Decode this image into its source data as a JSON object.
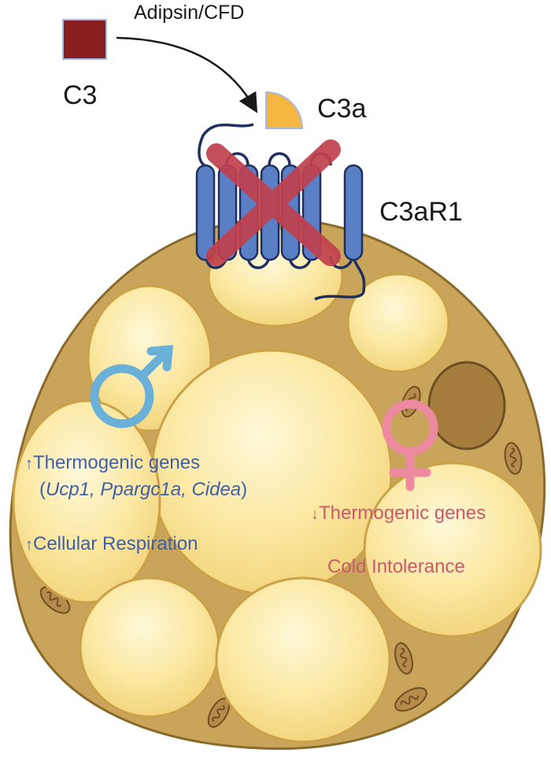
{
  "labels": {
    "enzyme": "Adipsin/CFD",
    "c3": "C3",
    "c3a": "C3a",
    "receptor": "C3aR1"
  },
  "male": {
    "line1_prefix": "Thermogenic genes",
    "paren_open": "(",
    "genes": "Ucp1, Ppargc1a, Cidea",
    "paren_close": ")",
    "line2": "Cellular Respiration",
    "arrow_up": "↑"
  },
  "female": {
    "line1": "Thermogenic genes",
    "line2": "Cold Intolerance",
    "arrow_down": "↓"
  },
  "colors": {
    "cytoplasm": "#c8a55a",
    "cytoplasm_edge": "#8a6a2a",
    "lipid": "#fbe7a0",
    "lipid_edge": "#c9a24a",
    "nucleus": "#a77d3e",
    "c3_square": "#8b1f1f",
    "c3a_wedge": "#f5b640",
    "receptor": "#5a7fc4",
    "receptor_edge": "#1f2f60",
    "cross": "#c0414e",
    "male_symbol": "#6ab0d8",
    "female_symbol": "#ee8aa0",
    "male_text": "#3f5fa8",
    "female_text": "#c85a6a"
  }
}
